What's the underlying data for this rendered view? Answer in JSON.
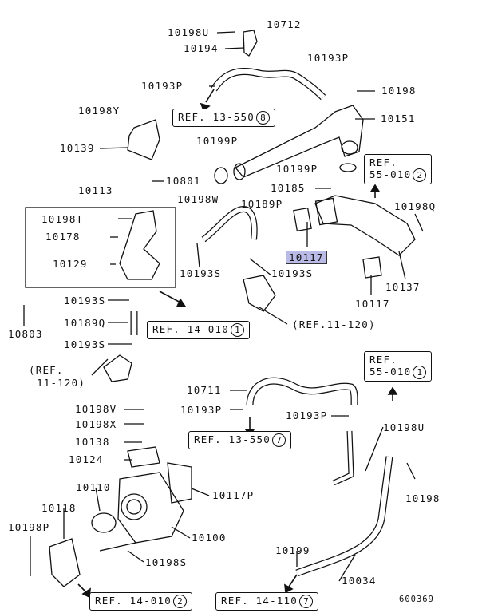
{
  "labels": {
    "p10198U_a": "10198U",
    "p10712": "10712",
    "p10194": "10194",
    "p10193P_a": "10193P",
    "p10193P_b": "10193P",
    "p10198_a": "10198",
    "p10198Y": "10198Y",
    "p10151": "10151",
    "p10139": "10139",
    "p10199P_a": "10199P",
    "p10199P_b": "10199P",
    "p10801": "10801",
    "p10113": "10113",
    "p10198W": "10198W",
    "p10185": "10185",
    "p10189P": "10189P",
    "p10198Q": "10198Q",
    "p10198T": "10198T",
    "p10178": "10178",
    "p10117_hl": "10117",
    "p10129": "10129",
    "p10193S_a": "10193S",
    "p10193S_b": "10193S",
    "p10137": "10137",
    "p10117": "10117",
    "p10803": "10803",
    "p10193S_c": "10193S",
    "p10189Q": "10189Q",
    "p10193S_d": "10193S",
    "p10711": "10711",
    "p10193P_c": "10193P",
    "p10193P_d": "10193P",
    "p10198V": "10198V",
    "p10198X": "10198X",
    "p10198U_b": "10198U",
    "p10138": "10138",
    "p10124": "10124",
    "p10198_b": "10198",
    "p10110": "10110",
    "p10117P": "10117P",
    "p10118": "10118",
    "p10198P": "10198P",
    "p10100": "10100",
    "p10198S": "10198S",
    "p10199": "10199",
    "p10034": "10034"
  },
  "refs": {
    "r1": {
      "text": "REF. 13-550",
      "num": "8"
    },
    "r2": {
      "line1": "REF.",
      "line2": "55-010",
      "num": "2"
    },
    "r3": {
      "text": "REF. 14-010",
      "num": "1"
    },
    "r4": {
      "line1": "REF.",
      "line2": "55-010",
      "num": "1"
    },
    "r5": {
      "text": "REF. 13-550",
      "num": "7"
    },
    "r6": {
      "text": "REF. 14-010",
      "num": "2"
    },
    "r7": {
      "text": "REF. 14-110",
      "num": "7"
    }
  },
  "plain_refs": {
    "ref11_120_a": "(REF.11-120)",
    "ref11_120_b_l1": "(REF.",
    "ref11_120_b_l2": "11-120)"
  },
  "diagram_code": "600369"
}
